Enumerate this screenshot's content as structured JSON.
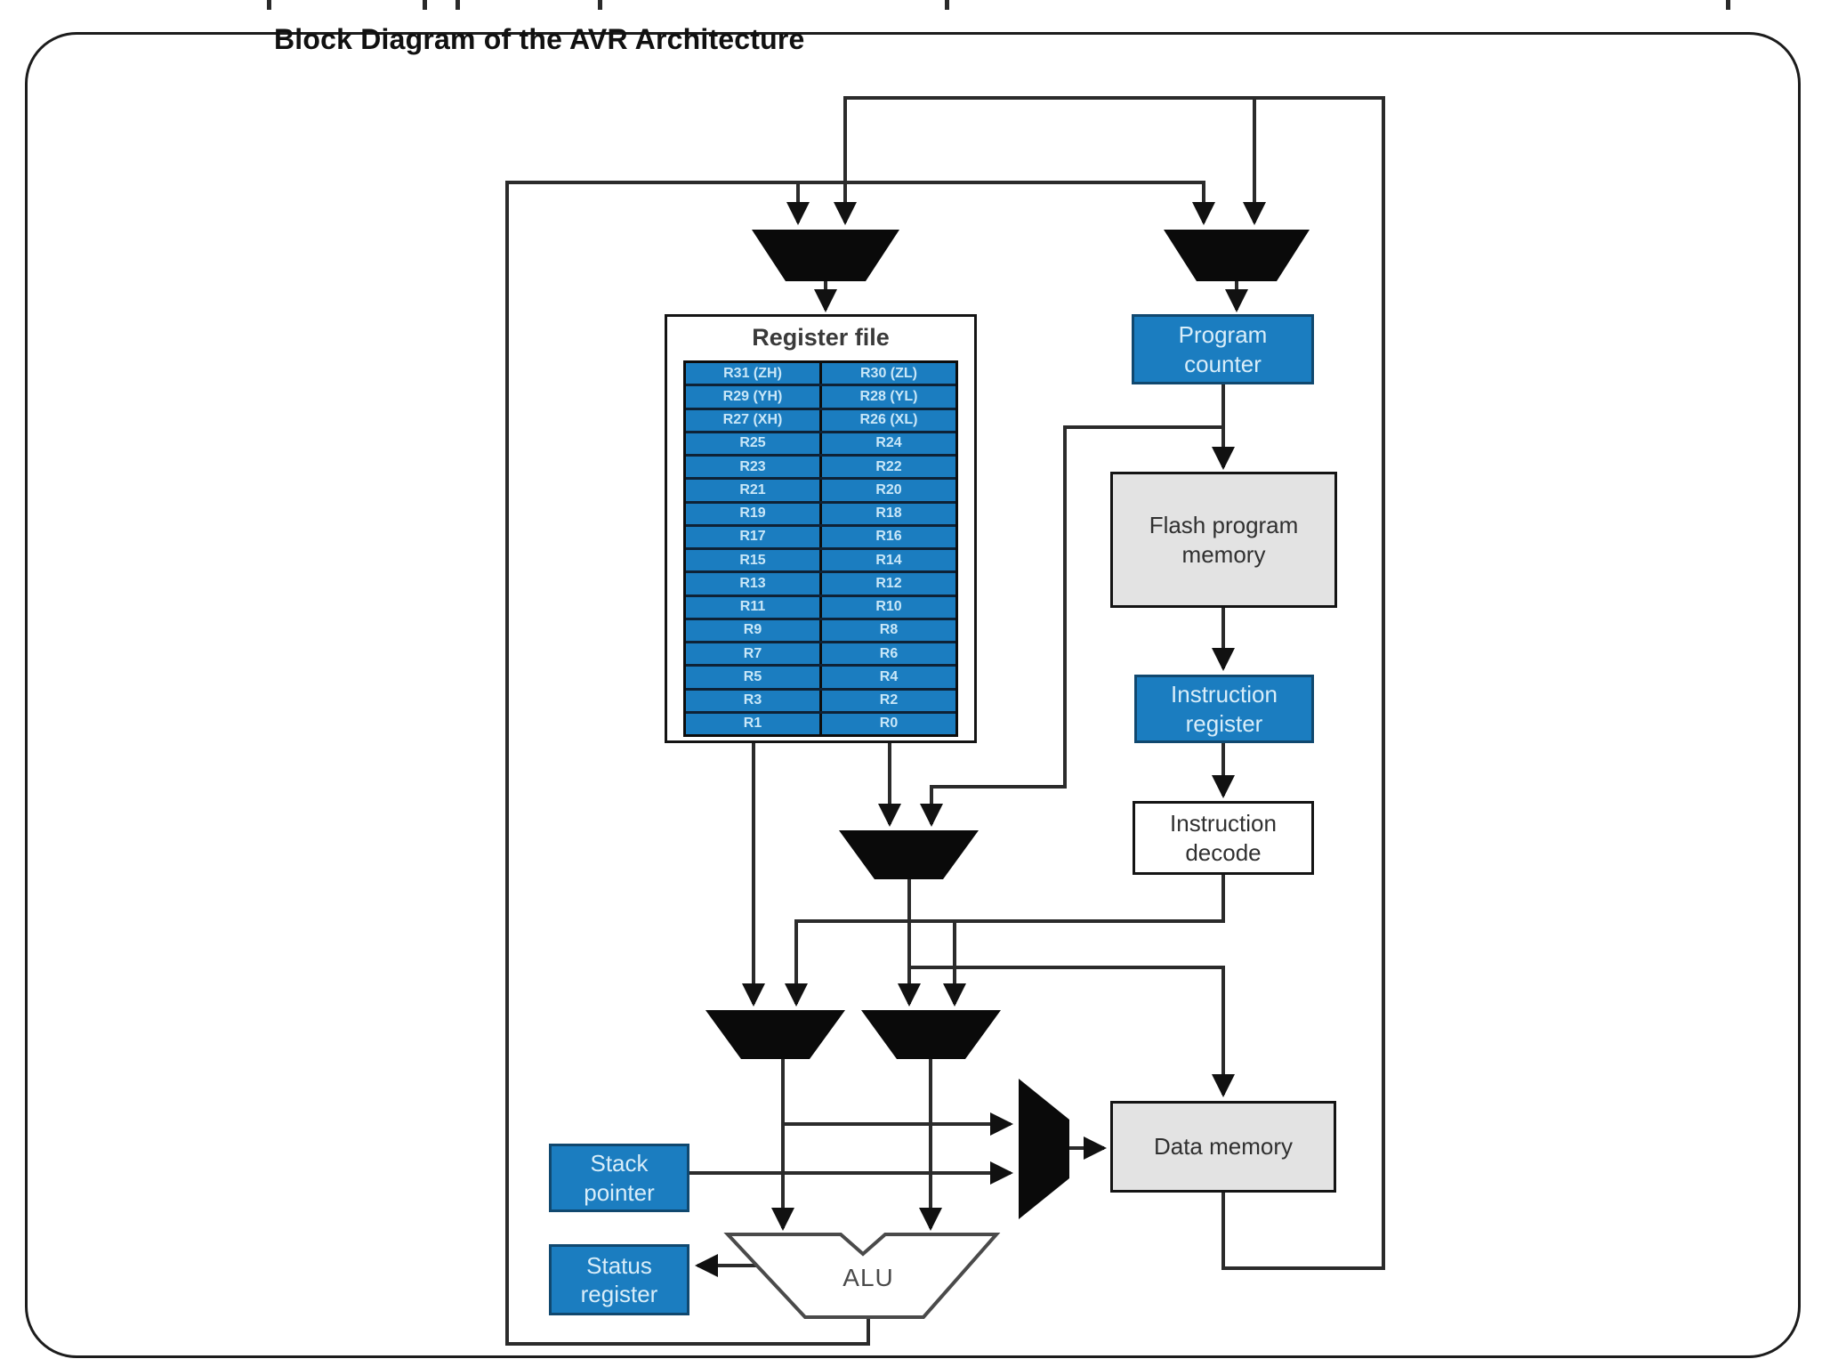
{
  "slide": {
    "title": "Block Diagram of the AVR Architecture"
  },
  "diagram": {
    "register_file": {
      "title": "Register file",
      "rows": [
        [
          "R31 (ZH)",
          "R30 (ZL)"
        ],
        [
          "R29 (YH)",
          "R28 (YL)"
        ],
        [
          "R27 (XH)",
          "R26 (XL)"
        ],
        [
          "R25",
          "R24"
        ],
        [
          "R23",
          "R22"
        ],
        [
          "R21",
          "R20"
        ],
        [
          "R19",
          "R18"
        ],
        [
          "R17",
          "R16"
        ],
        [
          "R15",
          "R14"
        ],
        [
          "R13",
          "R12"
        ],
        [
          "R11",
          "R10"
        ],
        [
          "R9",
          "R8"
        ],
        [
          "R7",
          "R6"
        ],
        [
          "R5",
          "R4"
        ],
        [
          "R3",
          "R2"
        ],
        [
          "R1",
          "R0"
        ]
      ]
    },
    "boxes": {
      "program_counter": {
        "label": "Program counter",
        "style": "blue"
      },
      "flash_program_memory": {
        "label": "Flash program memory",
        "style": "gray"
      },
      "instruction_register": {
        "label": "Instruction register",
        "style": "blue"
      },
      "instruction_decode": {
        "label": "Instruction decode",
        "style": "white"
      },
      "stack_pointer": {
        "label": "Stack pointer",
        "style": "blue"
      },
      "status_register": {
        "label": "Status register",
        "style": "blue"
      },
      "data_memory": {
        "label": "Data memory",
        "style": "gray"
      },
      "alu": {
        "label": "ALU"
      }
    },
    "shapes": {
      "multiplexer_count": 6,
      "mux_color": "#0a0a0a"
    },
    "colors": {
      "box_blue": "#1b7dc0",
      "box_blue_text": "#d8edf9",
      "box_gray": "#e3e3e3",
      "wire": "#2b2b2b",
      "arrowhead": "#111111"
    }
  }
}
